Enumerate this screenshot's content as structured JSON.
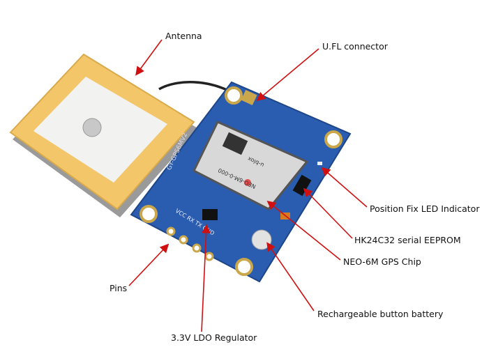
{
  "labels": {
    "antenna": "Antenna",
    "ufl": "U.FL connector",
    "led": "Position Fix LED Indicator",
    "eeprom": "HK24C32 serial EEPROM",
    "chip": "NEO-6M GPS Chip",
    "pins": "Pins",
    "battery": "Rechargeable button battery",
    "ldo": "3.3V LDO Regulator"
  },
  "board_silkscreen": {
    "model": "GY-GPS6MV2",
    "pin_names": "VCC RX TX GND",
    "chip_brand": "u-blox",
    "chip_part": "NEO-6M-0-000"
  },
  "colors": {
    "arrow": "#d01010",
    "board": "#2a5db0",
    "antenna_frame": "#f0c060"
  }
}
